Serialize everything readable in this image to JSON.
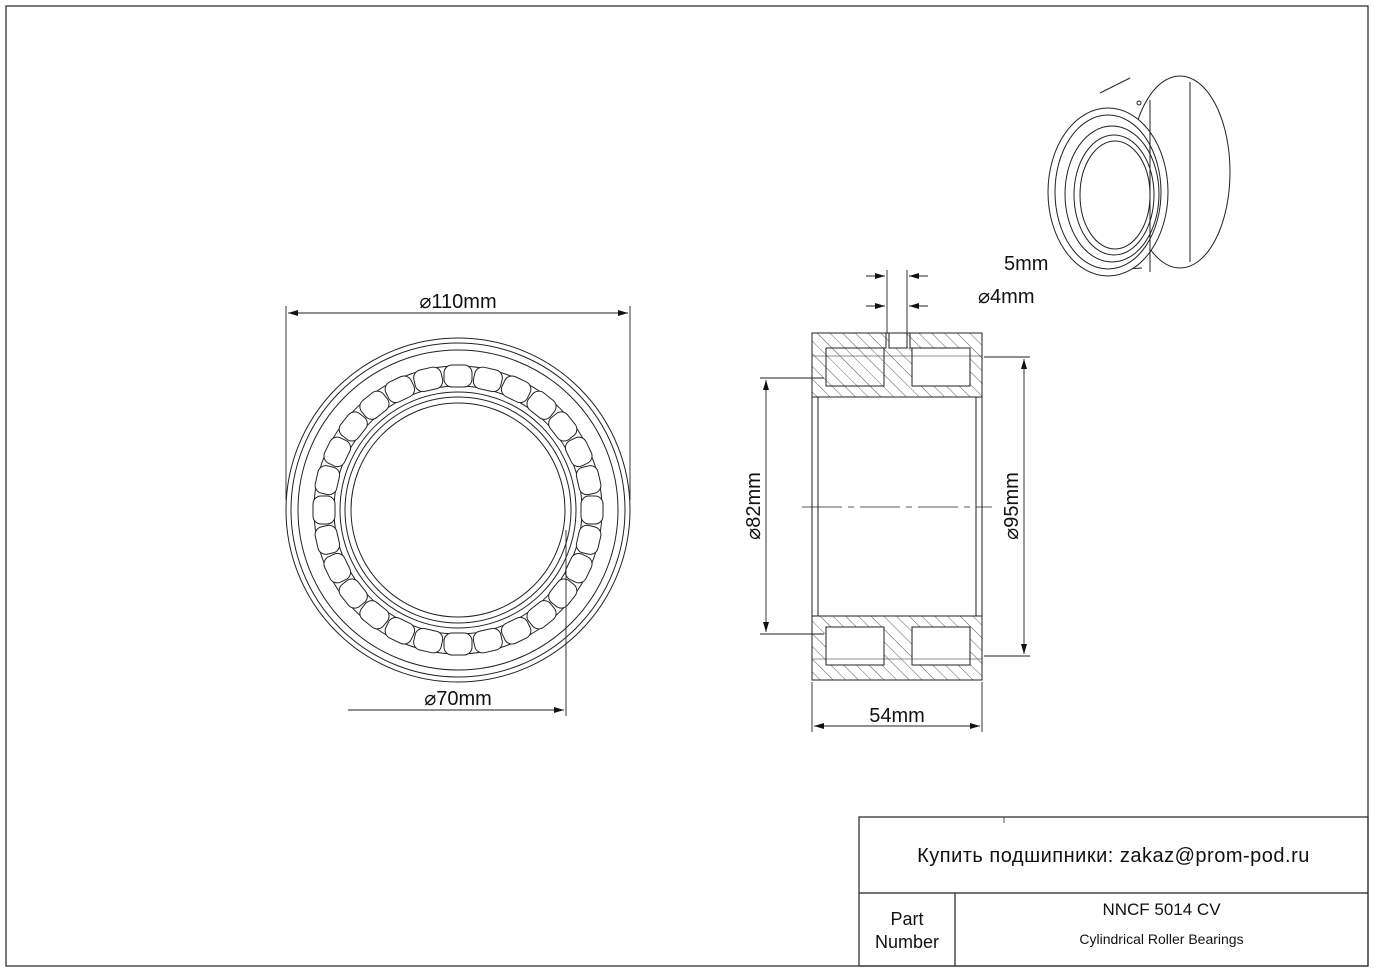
{
  "dimensions": {
    "outer_diameter": "110mm",
    "bore_diameter": "70mm",
    "width": "54mm",
    "inner_race_diameter": "82mm",
    "outer_race_diameter": "95mm",
    "groove_width": "5mm",
    "lube_hole_diameter": "4mm"
  },
  "title_block": {
    "email_line": "Купить подшипники: zakaz@prom-pod.ru",
    "part_label_line1": "Part",
    "part_label_line2": "Number",
    "part_number": "NNCF 5014 CV",
    "part_description": "Cylindrical Roller Bearings"
  },
  "colors": {
    "line": "#222222",
    "background": "#ffffff"
  }
}
